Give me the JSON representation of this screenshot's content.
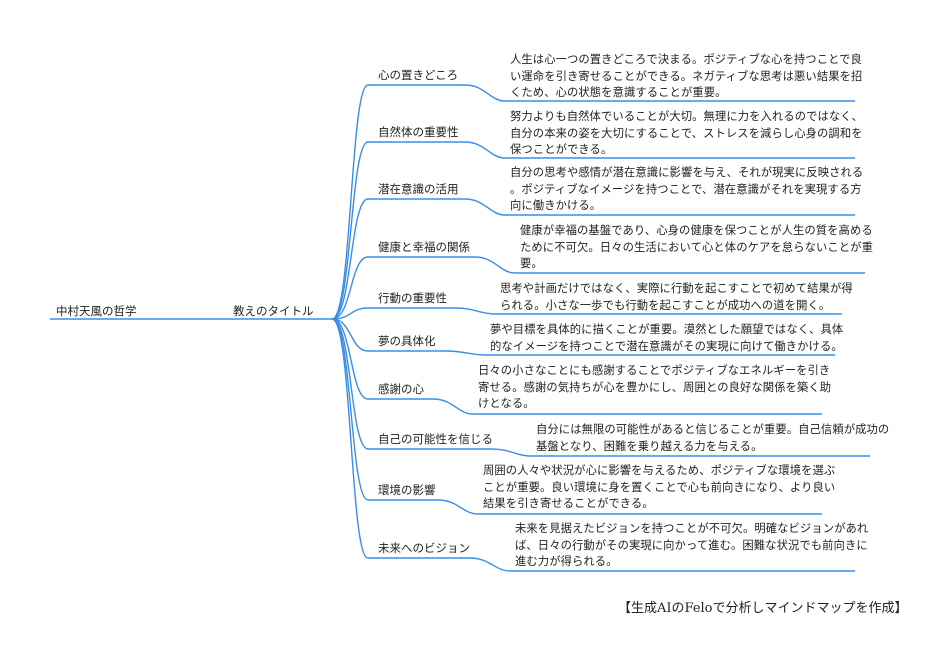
{
  "root": {
    "label": "中村天風の哲学"
  },
  "center": {
    "label": "教えのタイトル"
  },
  "branch_color": "#3a8ee6",
  "children": [
    {
      "label": "心の置きどころ",
      "description": [
        "人生は心一つの置きどころで決まる。ポジティブな心を持つことで良",
        "い運命を引き寄せることができる。ネガティブな思考は悪い結果を招",
        "くため、心の状態を意識することが重要。"
      ]
    },
    {
      "label": "自然体の重要性",
      "description": [
        "努力よりも自然体でいることが大切。無理に力を入れるのではなく、",
        "自分の本来の姿を大切にすることで、ストレスを減らし心身の調和を",
        "保つことができる。"
      ]
    },
    {
      "label": "潜在意識の活用",
      "description": [
        "自分の思考や感情が潜在意識に影響を与え、それが現実に反映される",
        "。ポジティブなイメージを持つことで、潜在意識がそれを実現する方",
        "向に働きかける。"
      ]
    },
    {
      "label": "健康と幸福の関係",
      "description": [
        "健康が幸福の基盤であり、心身の健康を保つことが人生の質を高める",
        "ために不可欠。日々の生活において心と体のケアを怠らないことが重",
        "要。"
      ]
    },
    {
      "label": "行動の重要性",
      "description": [
        "思考や計画だけではなく、実際に行動を起こすことで初めて結果が得",
        "られる。小さな一歩でも行動を起こすことが成功への道を開く。"
      ]
    },
    {
      "label": "夢の具体化",
      "description": [
        "夢や目標を具体的に描くことが重要。漠然とした願望ではなく、具体",
        "的なイメージを持つことで潜在意識がその実現に向けて働きかける。"
      ]
    },
    {
      "label": "感謝の心",
      "description": [
        "日々の小さなことにも感謝することでポジティブなエネルギーを引き",
        "寄せる。感謝の気持ちが心を豊かにし、周囲との良好な関係を築く助",
        "けとなる。"
      ]
    },
    {
      "label": "自己の可能性を信じる",
      "description": [
        "自分には無限の可能性があると信じることが重要。自己信頼が成功の",
        "基盤となり、困難を乗り越える力を与える。"
      ]
    },
    {
      "label": "環境の影響",
      "description": [
        "周囲の人々や状況が心に影響を与えるため、ポジティブな環境を選ぶ",
        "ことが重要。良い環境に身を置くことで心も前向きになり、より良い",
        "結果を引き寄せることができる。"
      ]
    },
    {
      "label": "未来へのビジョン",
      "description": [
        "未来を見据えたビジョンを持つことが不可欠。明確なビジョンがあれ",
        "ば、日々の行動がその実現に向かって進む。困難な状況でも前向きに",
        "進む力が得られる。"
      ]
    }
  ],
  "footer": "【生成AIのFeloで分析しマインドマップを作成】"
}
